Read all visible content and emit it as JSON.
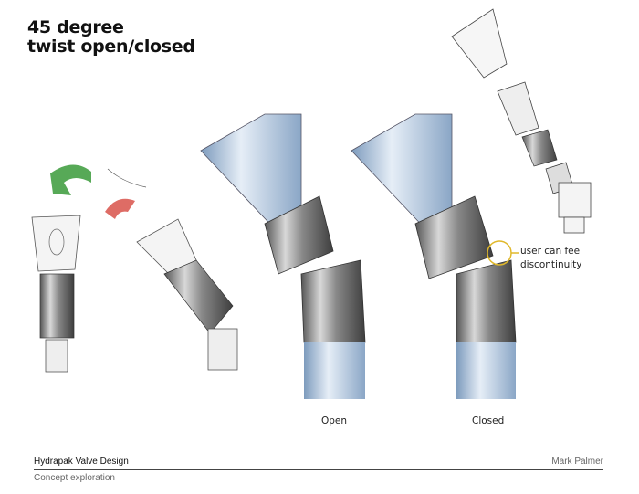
{
  "title": {
    "line1": "45 degree",
    "line2": "twist open/closed"
  },
  "labels": {
    "open": "Open",
    "closed": "Closed"
  },
  "annotation": {
    "line1": "user can feel",
    "line2": "discontinuity"
  },
  "footer": {
    "project": "Hydrapak Valve Design",
    "subtitle": "Concept exploration",
    "author": "Mark Palmer"
  },
  "colors": {
    "open_arrow": "#3a9a3a",
    "close_arrow": "#d8524a",
    "highlight": "#e0b82a",
    "tube": "#a9c4e0"
  }
}
